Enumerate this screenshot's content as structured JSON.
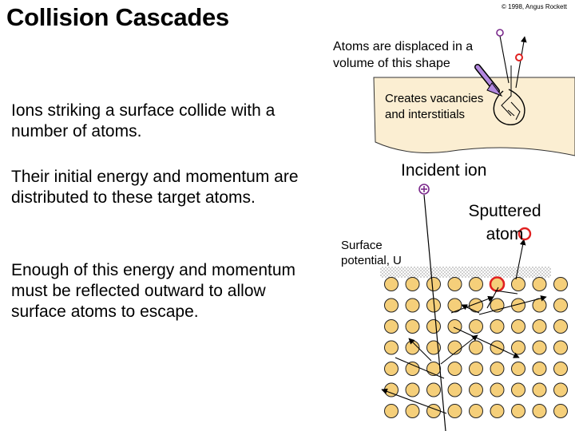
{
  "slide": {
    "title": "Collision Cascades",
    "copyright": "© 1998, Angus Rockett",
    "paragraphs": [
      "Ions striking a surface collide with a number of atoms.",
      "Their initial energy and momentum are distributed to these target atoms.",
      "Enough of this energy and momentum must be reflected outward to allow surface atoms to escape."
    ]
  },
  "diagram": {
    "displaced_label": "Atoms are displaced in a volume of this shape",
    "vacancies_label": "Creates vacancies and interstitials",
    "incident_label": "Incident ion",
    "sputtered_label": "Sputtered atom",
    "surface_label": "Surface potential, U",
    "lattice": {
      "rows": 7,
      "cols": 9
    },
    "colors": {
      "atom_fill": "#f5cf7a",
      "atom_stroke": "#222222",
      "sputtered": "#e02020",
      "incident_ion": "#7b2a8c",
      "target_block": "#fbeed2",
      "surface_layer": "#d9d9d9",
      "arrow_callout": "#b388e0"
    }
  }
}
